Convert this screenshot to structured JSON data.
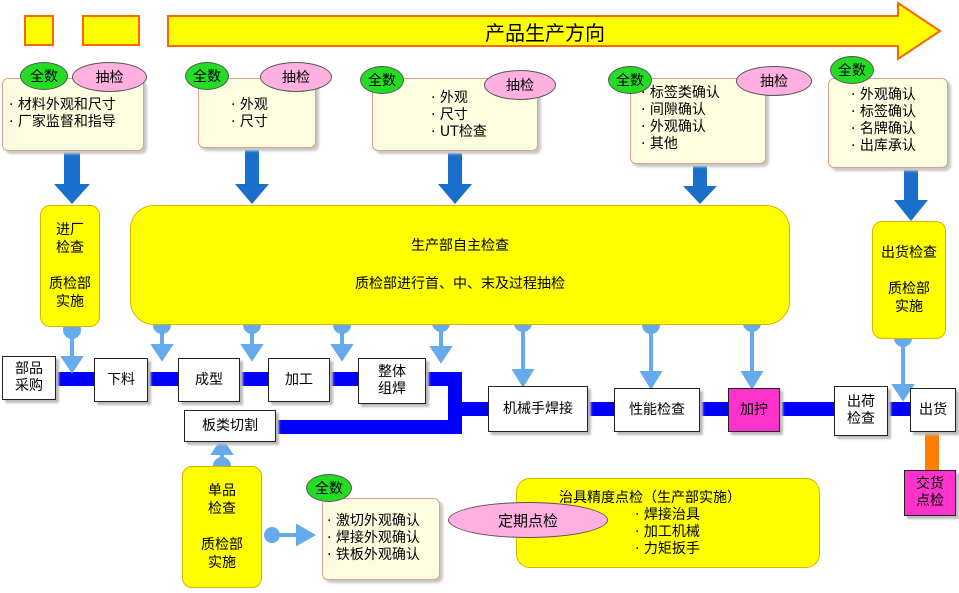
{
  "header": {
    "direction_label": "产品生产方向",
    "colors": {
      "arrow_fill": "#ffff00",
      "arrow_border": "#ff6600",
      "flow_bar": "#0000ff",
      "down_arrow": "#1a6fcc",
      "connector": "#66aaee",
      "accent_pink": "#ff33cc",
      "orange": "#ff8000"
    }
  },
  "tags": {
    "all": "全数",
    "sample": "抽检",
    "periodic": "定期点检"
  },
  "top_checks": [
    {
      "items": [
        "材料外观和尺寸",
        "厂家监督和指导"
      ]
    },
    {
      "items": [
        "外观",
        "尺寸"
      ]
    },
    {
      "items": [
        "外观",
        "尺寸",
        "UT检查"
      ]
    },
    {
      "items": [
        "标签类确认",
        "间隙确认",
        "外观确认",
        "其他"
      ]
    },
    {
      "items": [
        "外观确认",
        "标签确认",
        "名牌确认",
        "出库承认"
      ]
    }
  ],
  "incoming": {
    "title": "进厂\n检查",
    "by": "质检部\n实施"
  },
  "production": {
    "line1": "生产部自主检查",
    "line2": "质检部进行首、中、末及过程抽检"
  },
  "shipping": {
    "title": "出货检查",
    "by": "质检部\n实施"
  },
  "process": {
    "purchase": "部品\n采购",
    "cutting": "下料",
    "forming": "成型",
    "machining": "加工",
    "welding": "整体\n组焊",
    "plate_cut": "板类切割",
    "robot_weld": "机械手焊接",
    "performance": "性能检查",
    "tighten": "加拧",
    "dispatch": "出荷\n检查",
    "ship": "出货",
    "delivery": "交货\n点检"
  },
  "single": {
    "title": "单品\n检查",
    "by": "质检部\n实施"
  },
  "single_checks": {
    "items": [
      "激切外观确认",
      "焊接外观确认",
      "铁板外观确认"
    ]
  },
  "fixture": {
    "title": "治具精度点检（生产部实施）",
    "items": [
      "焊接治具",
      "加工机械",
      "力矩扳手"
    ]
  }
}
